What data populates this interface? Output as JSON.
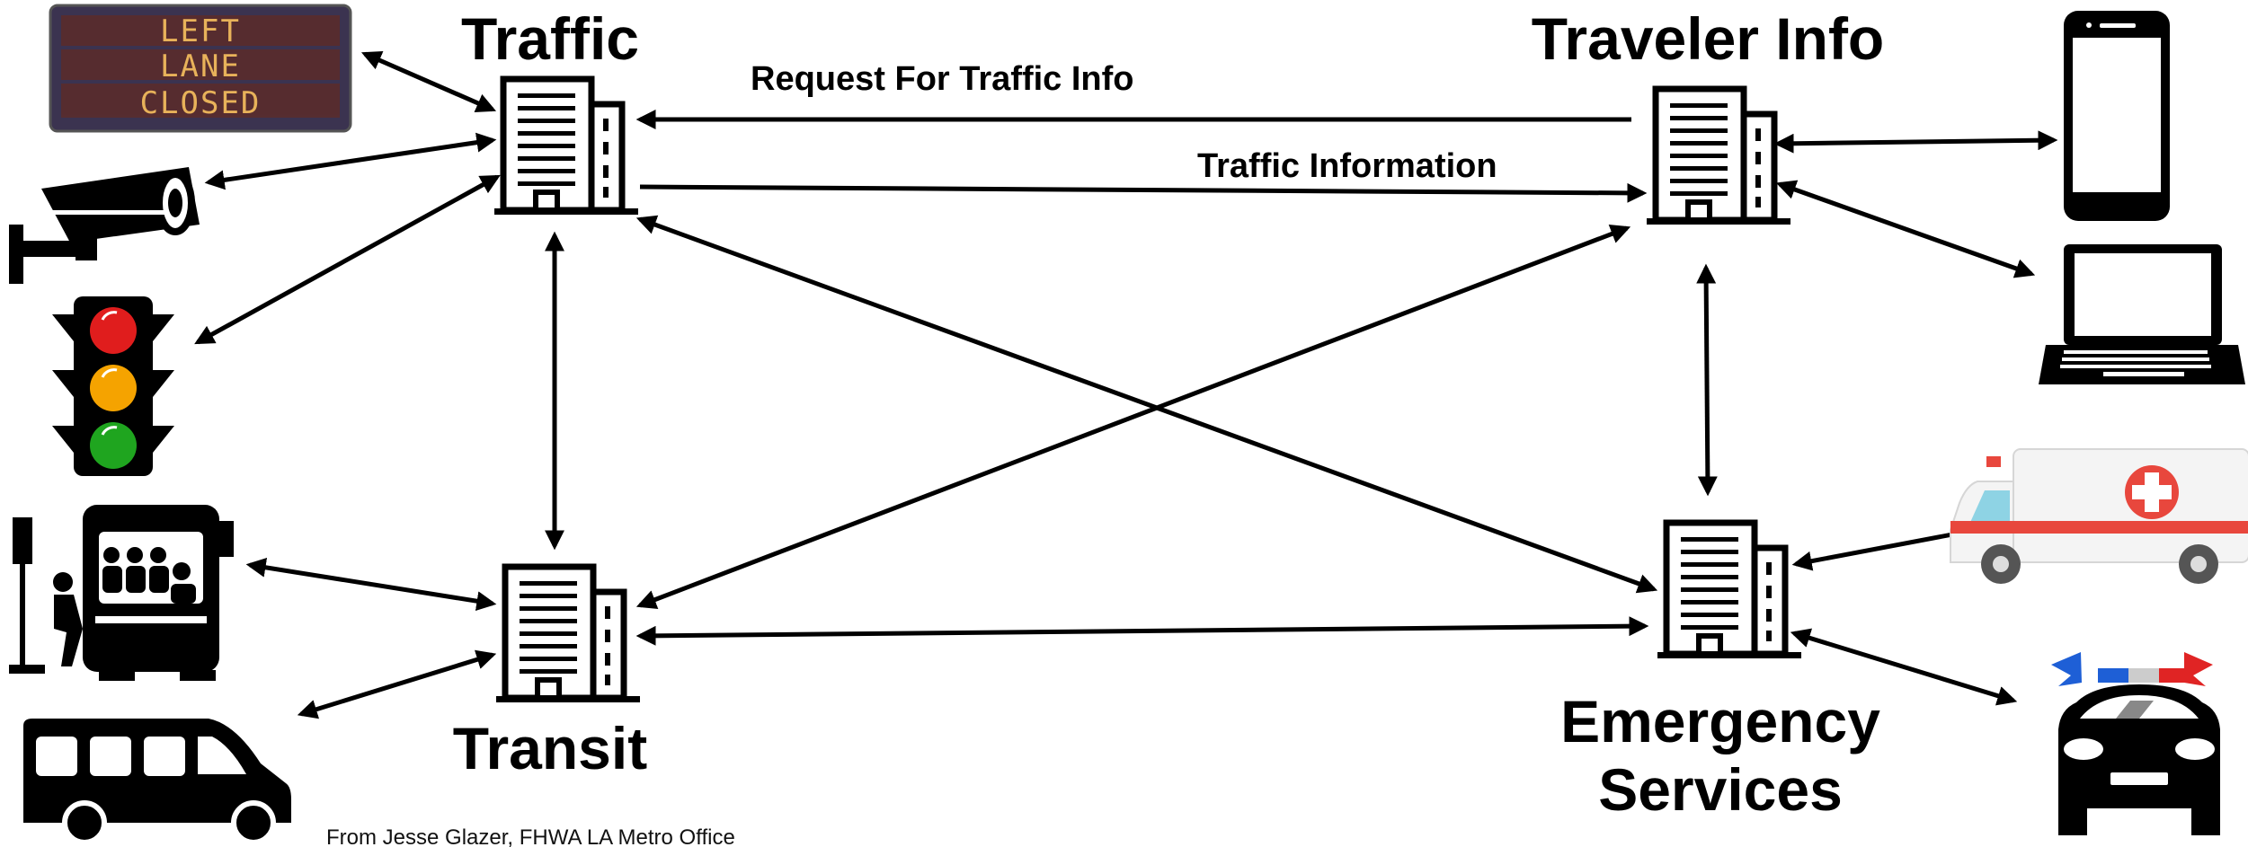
{
  "nodes": {
    "traffic": {
      "title": "Traffic"
    },
    "traveler_info": {
      "title": "Traveler Info"
    },
    "transit": {
      "title": "Transit"
    },
    "emergency": {
      "title_line1": "Emergency",
      "title_line2": "Services"
    }
  },
  "flows": {
    "request": "Request For Traffic Info",
    "information": "Traffic Information"
  },
  "message_sign": {
    "line1": "LEFT",
    "line2": "LANE",
    "line3": "CLOSED"
  },
  "credit": "From Jesse Glazer, FHWA LA Metro Office",
  "icons": {
    "building": "building-icon",
    "message_sign": "message-sign-icon",
    "camera": "cctv-camera-icon",
    "traffic_light": "traffic-light-icon",
    "bus": "bus-icon",
    "van": "van-icon",
    "smartphone": "smartphone-icon",
    "laptop": "laptop-icon",
    "ambulance": "ambulance-icon",
    "police_car": "police-car-icon"
  },
  "colors": {
    "sign_background": "#3b3350",
    "sign_text": "#e8b25a",
    "light_red": "#e01d1d",
    "light_yellow": "#f5a300",
    "light_green": "#1fa51f",
    "ambulance_red": "#e8473d",
    "siren_blue": "#1e5fd6",
    "siren_red": "#e02424"
  }
}
